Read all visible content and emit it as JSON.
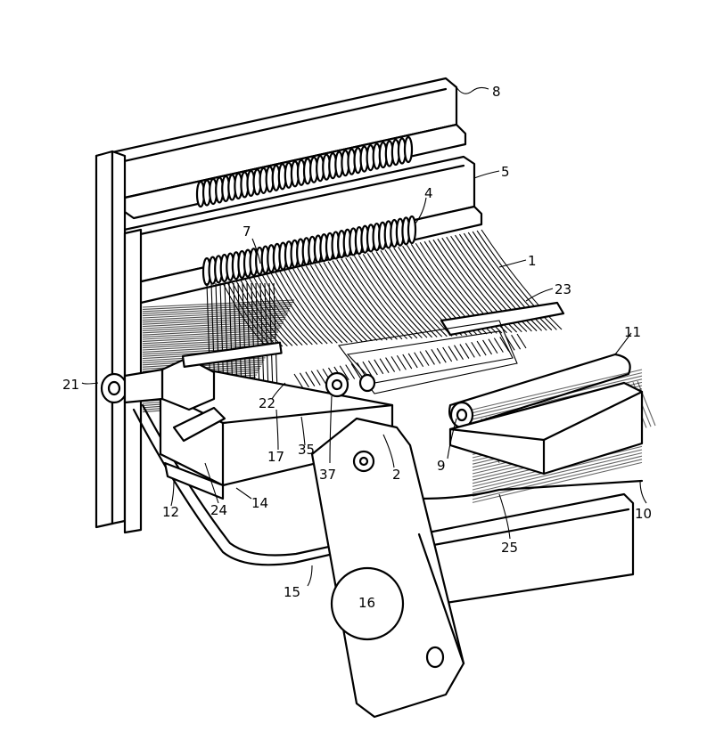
{
  "labels": {
    "l1": "1",
    "l2": "2",
    "l4": "4",
    "l5": "5",
    "l7": "7",
    "l8": "8",
    "l9": "9",
    "l10": "10",
    "l11": "11",
    "l12": "12",
    "l14": "14",
    "l15": "15",
    "l16": "16",
    "l17": "17",
    "l21": "21",
    "l22": "22",
    "l23": "23",
    "l24": "24",
    "l25": "25",
    "l35": "35",
    "l37": "37"
  }
}
